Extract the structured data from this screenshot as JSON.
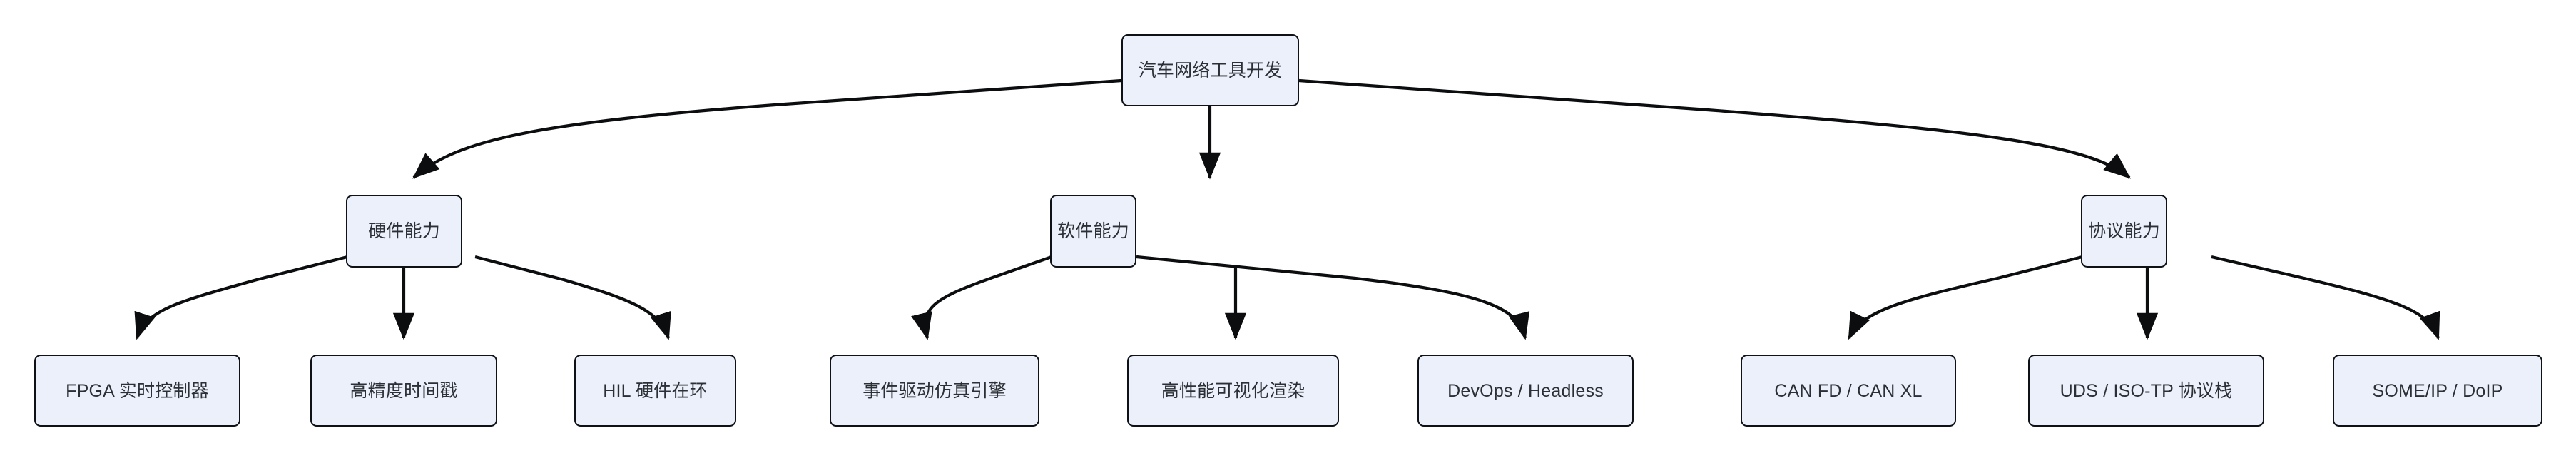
{
  "diagram": {
    "title": "汽车网络工具开发",
    "type": "flowchart-tree",
    "direction": "top-down",
    "background_color": "#ffffff",
    "node_fill_color": "#ecf0fa",
    "node_border_color": "#0e1116",
    "node_text_color": "#2b3036",
    "edge_color": "#0b0d0f"
  },
  "nodes": {
    "root": {
      "id": "root",
      "label": "汽车网络工具开发"
    },
    "level2": [
      {
        "id": "hardware",
        "label": "硬件能力"
      },
      {
        "id": "software",
        "label": "软件能力"
      },
      {
        "id": "protocol",
        "label": "协议能力"
      }
    ],
    "leaves": [
      {
        "id": "fpga",
        "label": "FPGA 实时控制器",
        "parent": "hardware"
      },
      {
        "id": "timestamp",
        "label": "高精度时间戳",
        "parent": "hardware"
      },
      {
        "id": "hil",
        "label": "HIL 硬件在环",
        "parent": "hardware"
      },
      {
        "id": "sim",
        "label": "事件驱动仿真引擎",
        "parent": "software"
      },
      {
        "id": "render",
        "label": "高性能可视化渲染",
        "parent": "software"
      },
      {
        "id": "devops",
        "label": "DevOps / Headless",
        "parent": "software"
      },
      {
        "id": "canfd",
        "label": "CAN FD / CAN XL",
        "parent": "protocol"
      },
      {
        "id": "uds",
        "label": "UDS / ISO-TP 协议栈",
        "parent": "protocol"
      },
      {
        "id": "someip",
        "label": "SOME/IP / DoIP",
        "parent": "protocol"
      }
    ]
  },
  "edges": [
    {
      "from": "root",
      "to": "hardware"
    },
    {
      "from": "root",
      "to": "software"
    },
    {
      "from": "root",
      "to": "protocol"
    },
    {
      "from": "hardware",
      "to": "fpga"
    },
    {
      "from": "hardware",
      "to": "timestamp"
    },
    {
      "from": "hardware",
      "to": "hil"
    },
    {
      "from": "software",
      "to": "sim"
    },
    {
      "from": "software",
      "to": "render"
    },
    {
      "from": "software",
      "to": "devops"
    },
    {
      "from": "protocol",
      "to": "canfd"
    },
    {
      "from": "protocol",
      "to": "uds"
    },
    {
      "from": "protocol",
      "to": "someip"
    }
  ]
}
